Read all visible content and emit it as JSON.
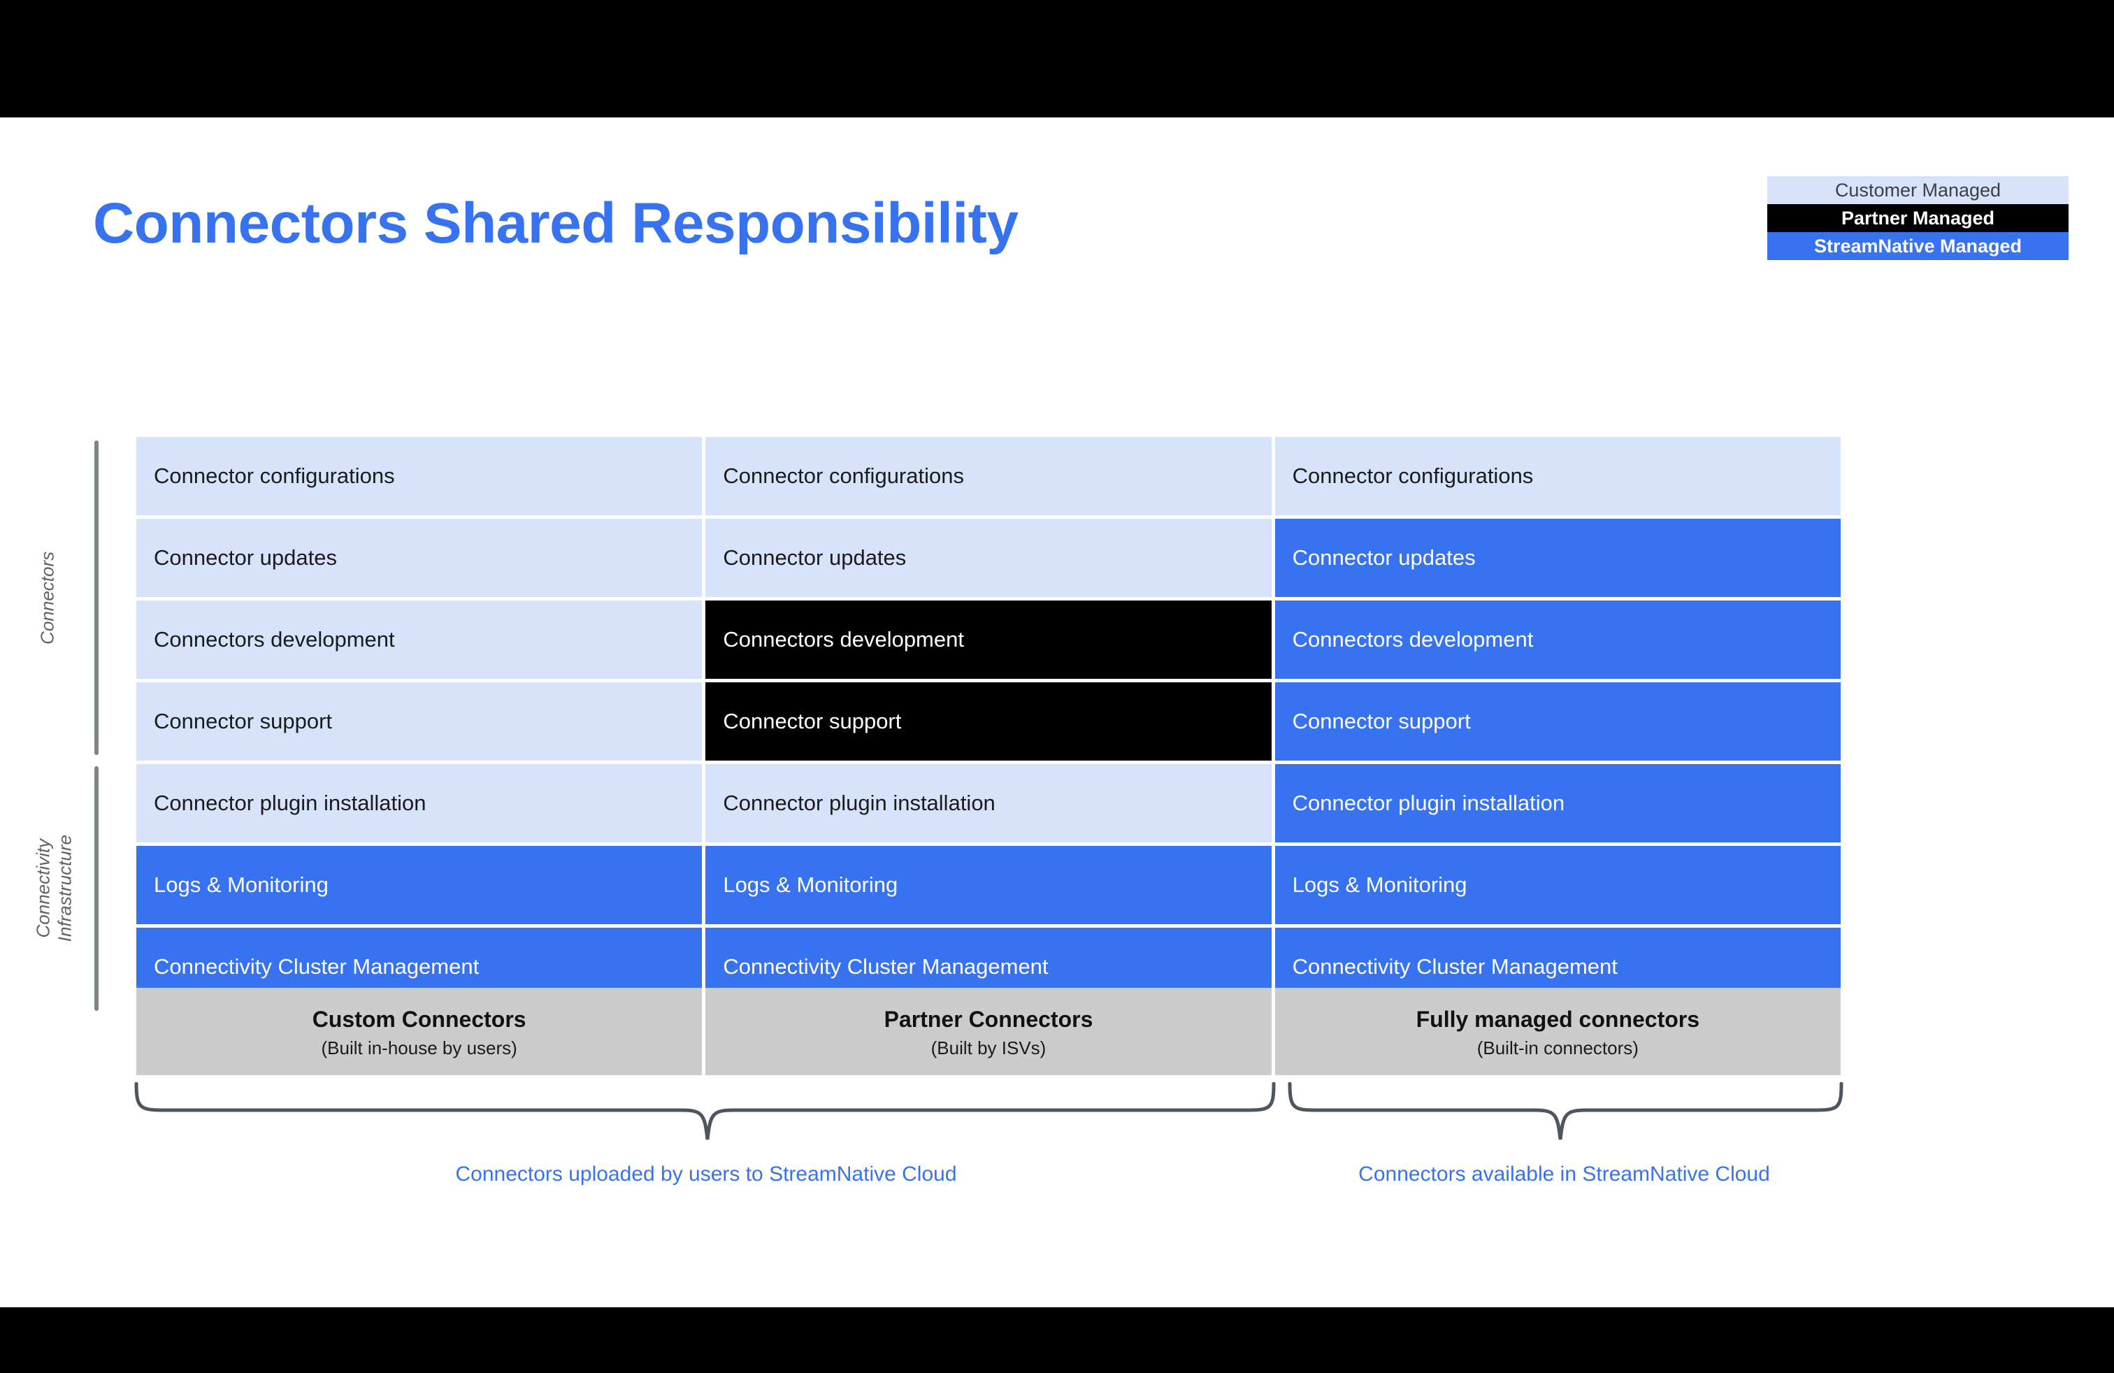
{
  "title": "Connectors Shared Responsibility",
  "colors": {
    "customer_managed": "#d7e3fb",
    "partner_managed": "#000000",
    "streamnative_managed": "#3772f0",
    "footer_gray": "#cccccc",
    "accent_blue": "#3772f0",
    "brace_gray": "#4f5560"
  },
  "legend": {
    "items": [
      {
        "label": "Customer Managed",
        "key": "customer"
      },
      {
        "label": "Partner Managed",
        "key": "partner"
      },
      {
        "label": "StreamNative Managed",
        "key": "streamnative"
      }
    ]
  },
  "group_labels": [
    {
      "lines": [
        "Connectors"
      ]
    },
    {
      "lines": [
        "Connectivity",
        "Infrastructure"
      ]
    }
  ],
  "chart_data": {
    "type": "table",
    "title": "Connectors Shared Responsibility",
    "columns": [
      "Custom Connectors",
      "Partner Connectors",
      "Fully managed connectors"
    ],
    "column_subtitles": [
      "(Built in-house by users)",
      "(Built by ISVs)",
      "(Built-in connectors)"
    ],
    "rows": [
      {
        "label": "Connector configurations",
        "group": "Connectors",
        "cells": [
          {
            "text": "Connector configurations",
            "owner": "customer"
          },
          {
            "text": "Connector configurations",
            "owner": "customer"
          },
          {
            "text": "Connector configurations",
            "owner": "customer"
          }
        ]
      },
      {
        "label": "Connector updates",
        "group": "Connectors",
        "cells": [
          {
            "text": "Connector updates",
            "owner": "customer"
          },
          {
            "text": "Connector updates",
            "owner": "customer"
          },
          {
            "text": "Connector updates",
            "owner": "streamnative"
          }
        ]
      },
      {
        "label": "Connectors development",
        "group": "Connectors",
        "cells": [
          {
            "text": "Connectors development",
            "owner": "customer"
          },
          {
            "text": "Connectors development",
            "owner": "partner"
          },
          {
            "text": "Connectors development",
            "owner": "streamnative"
          }
        ]
      },
      {
        "label": "Connector support",
        "group": "Connectors",
        "cells": [
          {
            "text": "Connector support",
            "owner": "customer"
          },
          {
            "text": "Connector support",
            "owner": "partner"
          },
          {
            "text": "Connector support",
            "owner": "streamnative"
          }
        ]
      },
      {
        "label": "Connector plugin installation",
        "group": "Connectivity Infrastructure",
        "cells": [
          {
            "text": "Connector plugin installation",
            "owner": "customer"
          },
          {
            "text": "Connector plugin installation",
            "owner": "customer"
          },
          {
            "text": "Connector plugin installation",
            "owner": "streamnative"
          }
        ]
      },
      {
        "label": "Logs & Monitoring",
        "group": "Connectivity Infrastructure",
        "cells": [
          {
            "text": "Logs & Monitoring",
            "owner": "streamnative"
          },
          {
            "text": "Logs & Monitoring",
            "owner": "streamnative"
          },
          {
            "text": "Logs & Monitoring",
            "owner": "streamnative"
          }
        ]
      },
      {
        "label": "Connectivity Cluster Management",
        "group": "Connectivity Infrastructure",
        "cells": [
          {
            "text": "Connectivity Cluster Management",
            "owner": "streamnative"
          },
          {
            "text": "Connectivity Cluster Management",
            "owner": "streamnative"
          },
          {
            "text": "Connectivity Cluster Management",
            "owner": "streamnative"
          }
        ]
      }
    ],
    "legend": [
      "Customer Managed",
      "Partner Managed",
      "StreamNative Managed"
    ]
  },
  "braces": {
    "left_caption": "Connectors uploaded by users to StreamNative Cloud",
    "right_caption": "Connectors available in StreamNative Cloud"
  }
}
